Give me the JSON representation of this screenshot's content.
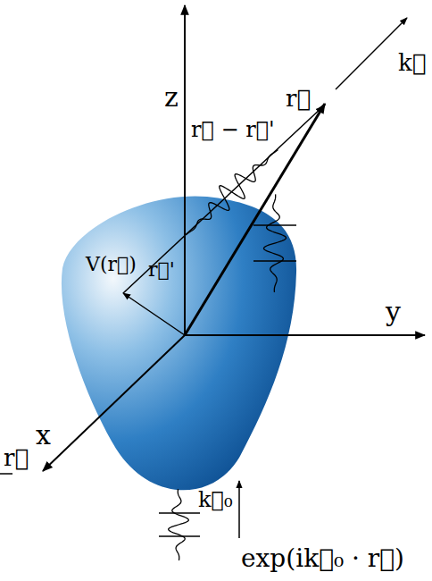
{
  "diagram": {
    "labels": [
      "z",
      "k⃗",
      "r⃗ − r⃗'",
      "r⃗",
      "V(r⃗)",
      "r⃗'",
      "y",
      "x",
      "r⃗",
      "k⃗₀",
      "exp(ik⃗₀ · r⃗)"
    ]
  }
}
